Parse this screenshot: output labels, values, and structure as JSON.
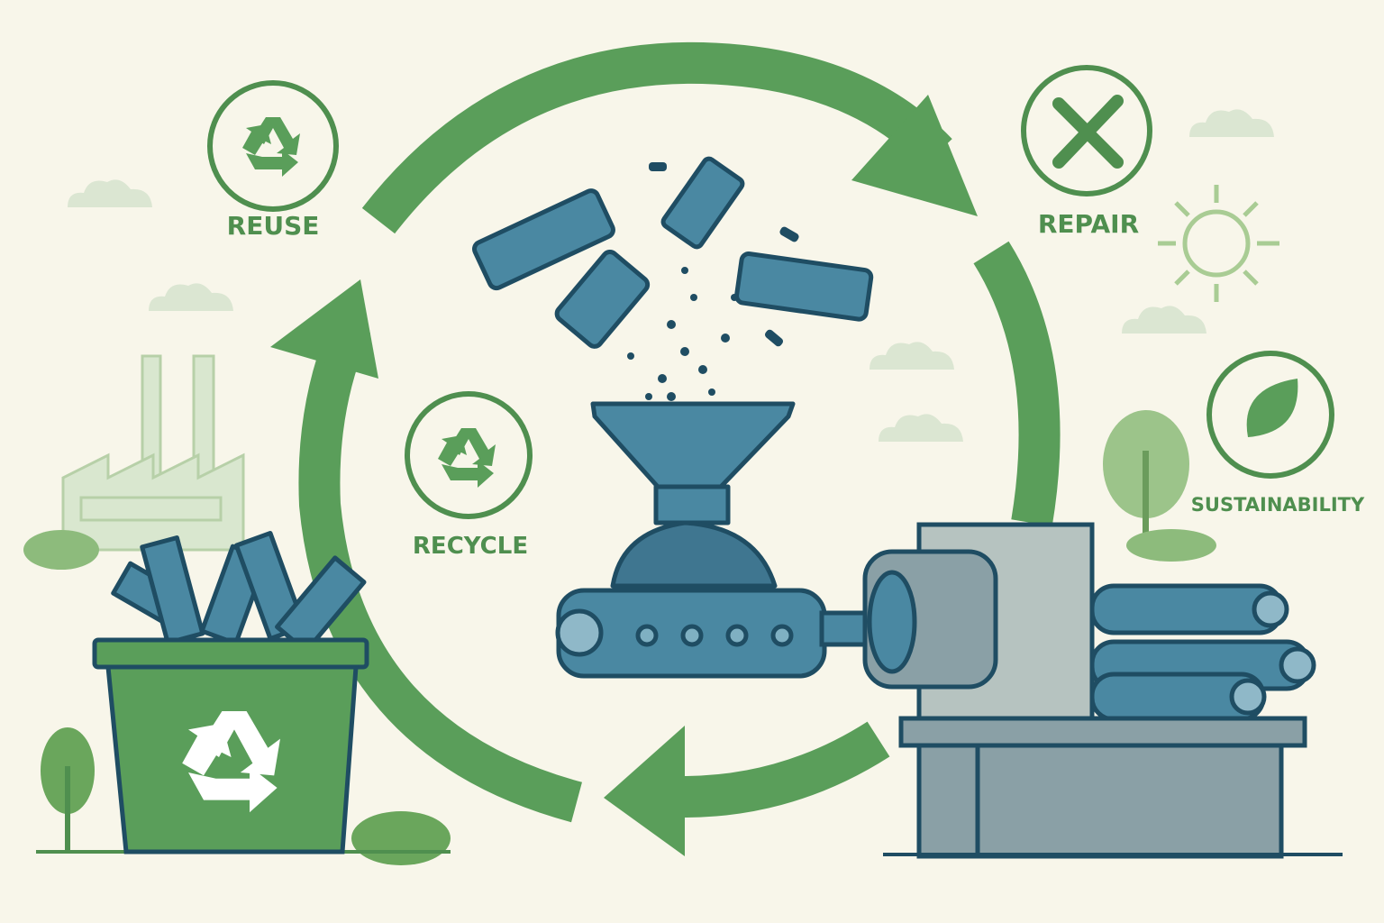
{
  "labels": {
    "reuse": "REUSE",
    "repair": "REPAIR",
    "recycle": "RECYCLE",
    "sustainability": "SUSTAINABILITY"
  },
  "icons": [
    "recycle-icon",
    "wrench-screwdriver-icon",
    "leaf-icon",
    "sun-icon",
    "cloud-icon",
    "factory-icon",
    "tree-icon",
    "recycling-bin-icon",
    "hopper-icon",
    "extruder-icon"
  ],
  "colors": {
    "background": "#f8f6ea",
    "green": "#5a9e5a",
    "outline": "#1f4d63",
    "pipe": "#4a88a2",
    "machine": "#8aa0a6"
  }
}
